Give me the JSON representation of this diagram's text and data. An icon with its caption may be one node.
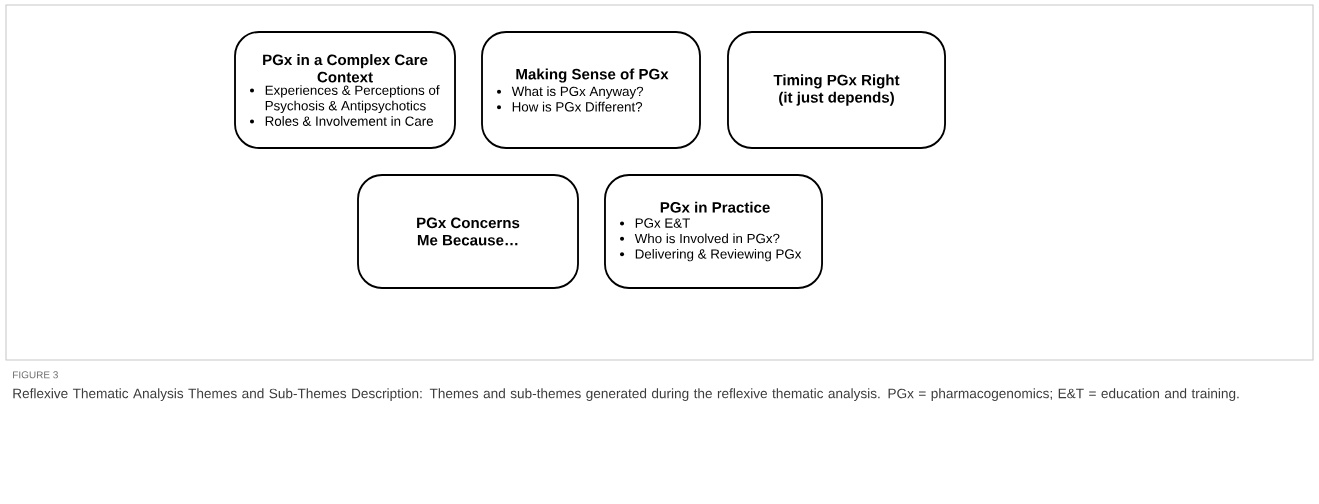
{
  "diagram": {
    "nodes": [
      {
        "text": [
          "PGx in a Complex Care Context",
          "Experiences & Perceptions of Psychosis & Antipsychotics",
          "Roles & Involvement in Care"
        ]
      },
      {
        "text": [
          "Making Sense of PGx",
          "What is PGx Anyway?",
          "How is PGx Different?"
        ]
      },
      {
        "text": [
          "Timing PGx Right (it just depends)"
        ]
      },
      {
        "text": [
          "PGx Concerns Me Because…"
        ]
      },
      {
        "text": [
          "PGx in Practice",
          "PGx E&T",
          "Who is Involved in PGx?",
          "Delivering & Reviewing PGx"
        ]
      }
    ],
    "labels": [
      "FIGURE 3"
    ],
    "caption": "Reflexive Thematic Analysis Themes and Sub-Themes Description: Themes and sub-themes generated during the reflexive thematic analysis. PGx = pharmacogenomics; E&T = education and training."
  }
}
